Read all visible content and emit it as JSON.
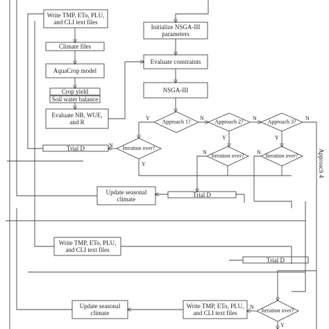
{
  "nodes": {
    "write_top": "Write TMP, ETo, PLU,\nand CLI text files",
    "climate_files": "Climate files",
    "aquacrop": "AquaCrop model",
    "crop_yield": "Crop yield",
    "soil_water": "Soil water balance",
    "evaluate_nb": "Evaluate NB, WUE,\nand R",
    "init_nsga": "Initialize NSGA-III\nparameters",
    "eval_constraints": "Evaluate constraints",
    "nsga": "NSGA-III",
    "approach1": "Approach 1?",
    "approach2": "Approach 2?",
    "approach3": "Approach 3?",
    "iter1": "Iteration over?",
    "iter2": "Iteration over?",
    "iter3": "Iteration over?",
    "iter4": "Iteration over?",
    "trial_d_1": "Trial D",
    "trial_d_2": "Trial D",
    "trial_d_3": "Trial D",
    "update_seasonal_1": "Update seasonal\nclimate",
    "update_seasonal_2": "Update seasonal\nclimate",
    "write_mid": "Write TMP, ETo, PLU,\nand CLI text files",
    "write_bottom": "Write TMP, ETo, PLU,\nand CLI text files",
    "approach4": "Approach 4"
  },
  "edge_labels": {
    "y1": "Y",
    "n1": "N",
    "y2": "Y",
    "n2": "N",
    "y3": "Y",
    "n3": "N",
    "n_iter1": "N",
    "y_iter1": "Y",
    "n_iter2": "N",
    "n_iter3": "N",
    "n_iter4": "N",
    "y_iter4": "Y"
  },
  "colors": {
    "stroke": "#444444",
    "text": "#222222",
    "bg": "#ffffff"
  }
}
